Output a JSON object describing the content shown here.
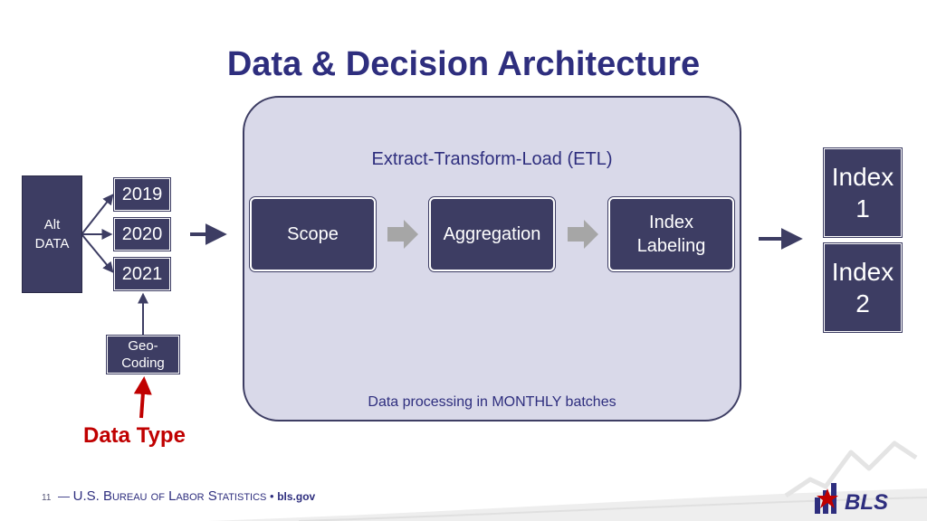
{
  "slide": {
    "title": "Data & Decision Architecture",
    "source_block": {
      "label": "Alt\nDATA",
      "years": [
        "2019",
        "2020",
        "2021"
      ],
      "geocoding_label": "Geo-\nCoding",
      "data_type_label": "Data Type"
    },
    "etl": {
      "title": "Extract-Transform-Load (ETL)",
      "stages": [
        "Scope",
        "Aggregation",
        "Index\nLabeling"
      ],
      "footer": "Data processing in MONTHLY batches"
    },
    "outputs": [
      "Index\n1",
      "Index\n2"
    ],
    "footer": {
      "page_number": "11",
      "dash": "—",
      "agency": "U.S. Bureau of Labor Statistics",
      "separator": "•",
      "site": "bls.gov"
    },
    "logo": {
      "text": "BLS"
    },
    "colors": {
      "navy": "#3d3d63",
      "title": "#2e2e7e",
      "etl_fill": "#d9d9e9",
      "accent_red": "#c00000",
      "arrow_gray": "#a6a6a6"
    }
  }
}
